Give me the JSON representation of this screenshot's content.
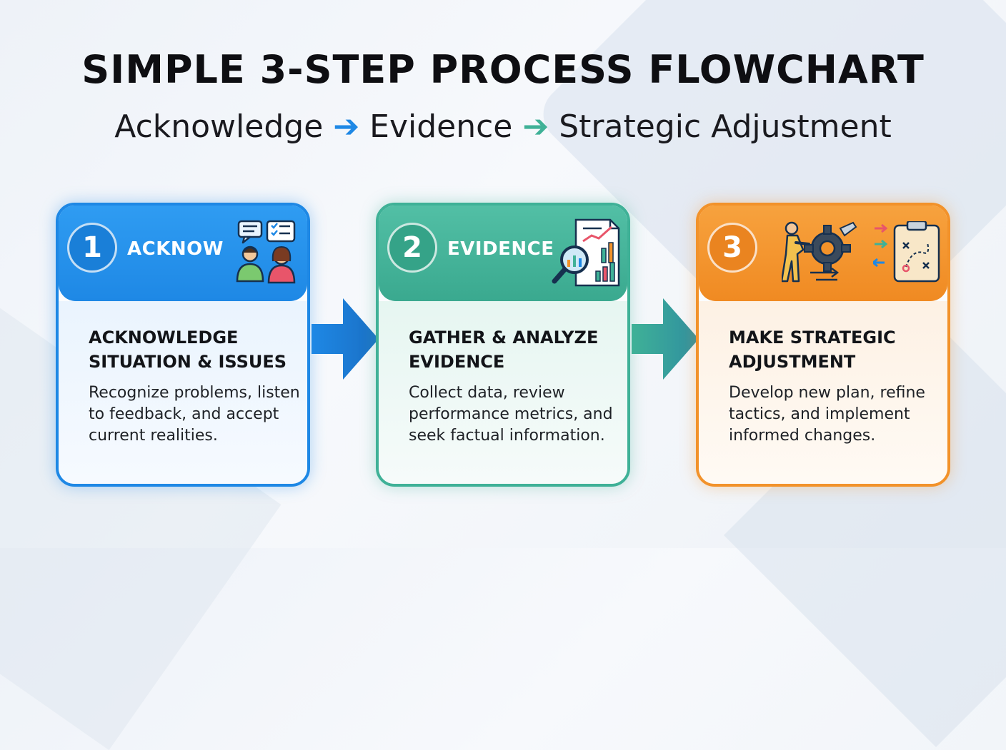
{
  "title": "SIMPLE 3-STEP PROCESS FLOWCHART",
  "subtitle": {
    "step1": "Acknowledge",
    "step2": "Evidence",
    "step3": "Strategic Adjustment",
    "arrow1_color": "#1e88e5",
    "arrow2_color": "#3fb197"
  },
  "steps": [
    {
      "number": "1",
      "header": "ACKNOW",
      "heading": "ACKNOWLEDGE SITUATION & ISSUES",
      "description": "Recognize problems, listen to feedback, and accept current realities.",
      "color": "#1e88e5",
      "icon": "people-feedback-icon"
    },
    {
      "number": "2",
      "header": "EVIDENCE",
      "heading": "GATHER & ANALYZE EVIDENCE",
      "description": "Collect data, review performance metrics, and seek factual information.",
      "color": "#3fb197",
      "icon": "magnifier-report-icon"
    },
    {
      "number": "3",
      "header": "",
      "heading": "MAKE STRATEGIC ADJUSTMENT",
      "description": "Develop new plan, refine tactics, and implement informed changes.",
      "color": "#f2922a",
      "icon": "gear-strategy-icon"
    }
  ]
}
